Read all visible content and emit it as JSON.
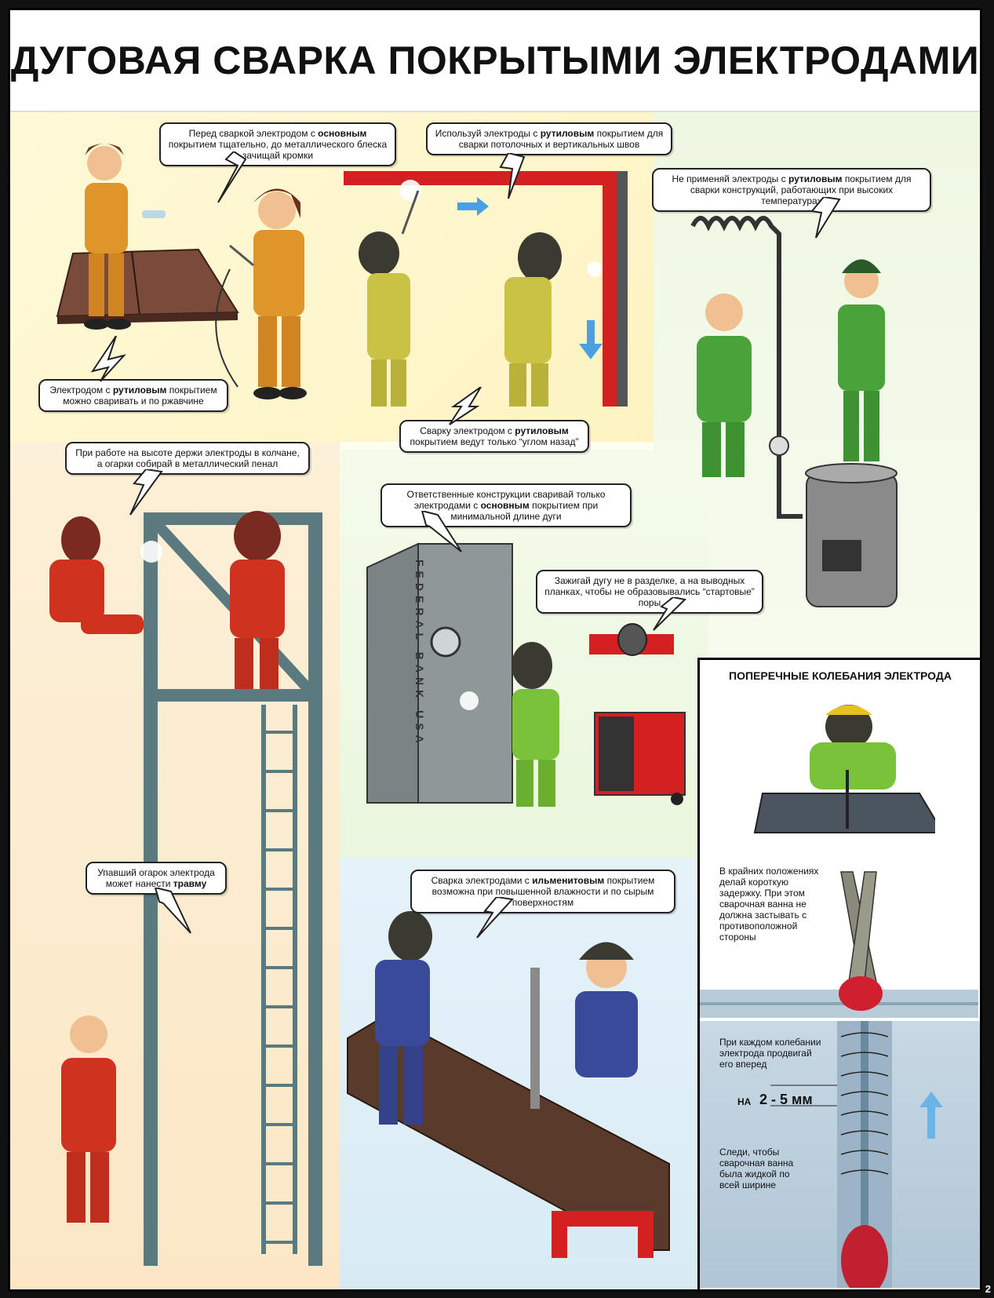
{
  "poster": {
    "title": "ДУГОВАЯ СВАРКА ПОКРЫТЫМИ ЭЛЕКТРОДАМИ",
    "page_number": "2"
  },
  "callouts": [
    {
      "id": "clean-edges",
      "pre": "Перед сваркой электродом с ",
      "bold": "основным",
      "post": " покрытием тщательно, до металлического блеска зачищай кромки"
    },
    {
      "id": "rutile-rust",
      "pre": "Электродом с ",
      "bold": "рутиловым",
      "post": " покрытием можно сваривать и по ржавчине"
    },
    {
      "id": "rutile-ceiling",
      "pre": "Используй электроды с ",
      "bold": "рутиловым",
      "post": " покрытием для сварки потолочных и вертикальных швов"
    },
    {
      "id": "rutile-backward",
      "pre": "Сварку электродом с ",
      "bold": "рутиловым",
      "post": " покрытием ведут только “углом назад”"
    },
    {
      "id": "rutile-hightemp",
      "pre": "Не применяй электроды с ",
      "bold": "рутиловым",
      "post": " покрытием для сварки конструкций, работающих при высоких температурах"
    },
    {
      "id": "height-quiver",
      "pre": "При работе на высоте держи электроды в колчане, а огарки собирай в металлический пенал",
      "bold": "",
      "post": ""
    },
    {
      "id": "critical-basic",
      "pre": "Ответственные конструкции сваривай только электродами с ",
      "bold": "основным",
      "post": " покрытием при минимальной длине дуги"
    },
    {
      "id": "strike-arc",
      "pre": "Зажигай дугу не в разделке, а на выводных планках, чтобы не образовывались “стартовые” поры",
      "bold": "",
      "post": ""
    },
    {
      "id": "fallen-stub",
      "pre": "Упавший огарок электрода может нанести ",
      "bold": "травму",
      "post": ""
    },
    {
      "id": "ilmenite",
      "pre": "Сварка электродами с ",
      "bold": "ильменитовым",
      "post": " покрытием возможна при повышенной влажности и по сырым поверхностям"
    }
  ],
  "safe_label": "FEDERAL BANK USA",
  "panel": {
    "title": "ПОПЕРЕЧНЫЕ КОЛЕБАНИЯ ЭЛЕКТРОДА",
    "delay_text": "В крайних положениях делай короткую задержку. При этом сварочная ванна не должна застывать с противоположной стороны",
    "advance_text": "При каждом колебании электрода продвигай его вперед",
    "step_prefix": "НА",
    "step_value": "2 - 5 мм",
    "pool_text": "Следи, чтобы сварочная ванна была жидкой по всей ширине"
  },
  "colors": {
    "frame": "#111111",
    "red_steel": "#d42020",
    "suit_orange": "#e0952a",
    "suit_yellow": "#c9c244",
    "suit_green": "#4aa23a",
    "suit_red": "#cf3320",
    "suit_blue": "#3a4a9a",
    "arrow_blue": "#4aa0e0"
  }
}
